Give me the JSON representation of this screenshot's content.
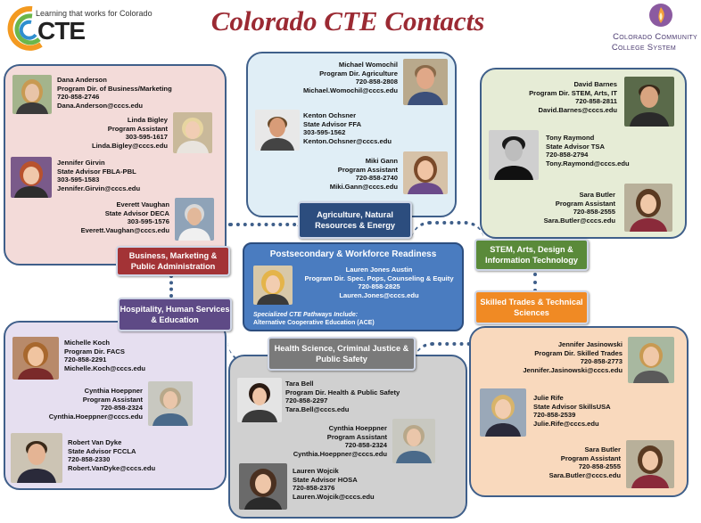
{
  "header": {
    "title": "Colorado CTE Contacts",
    "logo_tagline": "Learning that works for Colorado",
    "logo_text": "CTE",
    "cccs_line1": "Colorado Community",
    "cccs_line2": "College System"
  },
  "colors": {
    "title": "#9b2a33",
    "border": "#3f5f8a",
    "business_panel": "#f3dbd9",
    "agri_panel": "#e0eef6",
    "stem_panel": "#e6ecd6",
    "human_panel": "#e6dff0",
    "health_panel": "#d0d0d0",
    "trades_panel": "#f9d9bd",
    "postsecondary_panel": "#4a7cc0"
  },
  "sections": {
    "business": "Business, Marketing & Public Administration",
    "agriculture": "Agriculture, Natural Resources & Energy",
    "stem": "STEM, Arts, Design & Information Technology",
    "hospitality": "Hospitality, Human Services & Education",
    "health": "Health Science, Criminal Justice & Public Safety",
    "trades": "Skilled Trades & Technical Sciences",
    "postsecondary": "Postsecondary & Workforce Readiness"
  },
  "business": [
    {
      "name": "Dana Anderson",
      "title": "Program Dir. of Business/Marketing",
      "phone": "720-858-2746",
      "email": "Dana.Anderson@cccs.edu"
    },
    {
      "name": "Linda Bigley",
      "title": "Program Assistant",
      "phone": "303-595-1617",
      "email": "Linda.Bigley@cccs.edu"
    },
    {
      "name": "Jennifer Girvin",
      "title": "State Advisor FBLA-PBL",
      "phone": "303-595-1583",
      "email": "Jennifer.Girvin@cccs.edu"
    },
    {
      "name": "Everett Vaughan",
      "title": "State Advisor DECA",
      "phone": "303-595-1576",
      "email": "Everett.Vaughan@cccs.edu"
    }
  ],
  "agriculture": [
    {
      "name": "Michael Womochil",
      "title": "Program Dir.  Agriculture",
      "phone": "720-858-2808",
      "email": "Michael.Womochil@cccs.edu"
    },
    {
      "name": "Kenton Ochsner",
      "title": "State Advisor FFA",
      "phone": "303-595-1562",
      "email": "Kenton.Ochsner@cccs.edu"
    },
    {
      "name": "Miki Gann",
      "title": "Program Assistant",
      "phone": "720-858-2740",
      "email": "Miki.Gann@cccs.edu"
    }
  ],
  "stem": [
    {
      "name": "David Barnes",
      "title": "Program Dir. STEM, Arts, IT",
      "phone": "720-858-2811",
      "email": "David.Barnes@cccs.edu"
    },
    {
      "name": "Tony Raymond",
      "title": "State Advisor TSA",
      "phone": "720-858-2794",
      "email": "Tony.Raymond@cccs.edu"
    },
    {
      "name": "Sara Butler",
      "title": "Program Assistant",
      "phone": "720-858-2555",
      "email": "Sara.Butler@cccs.edu"
    }
  ],
  "postsecondary": {
    "name": "Lauren Jones Austin",
    "title": "Program Dir. Spec. Pops, Counseling & Equity",
    "phone": "720-858-2825",
    "email": "Lauren.Jones@cccs.edu",
    "note_line1": "Specialized CTE Pathways Include:",
    "note_line2": "Alternative Cooperative Education (ACE)"
  },
  "hospitality": [
    {
      "name": "Michelle Koch",
      "title": "Program Dir. FACS",
      "phone": "720-858-2291",
      "email": "Michelle.Koch@cccs.edu"
    },
    {
      "name": "Cynthia Hoeppner",
      "title": "Program Assistant",
      "phone": "720-858-2324",
      "email": "Cynthia.Hoeppner@cccs.edu"
    },
    {
      "name": "Robert Van Dyke",
      "title": "State Advisor FCCLA",
      "phone": "720-858-2330",
      "email": "Robert.VanDyke@cccs.edu"
    }
  ],
  "health": [
    {
      "name": "Tara Bell",
      "title": "Program Dir. Health & Public Safety",
      "phone": "720-858-2297",
      "email": "Tara.Bell@cccs.edu"
    },
    {
      "name": "Cynthia Hoeppner",
      "title": "Program Assistant",
      "phone": "720-858-2324",
      "email": "Cynthia.Hoeppner@cccs.edu"
    },
    {
      "name": "Lauren Wojcik",
      "title": "State Advisor HOSA",
      "phone": "720-858-2376",
      "email": "Lauren.Wojcik@cccs.edu"
    }
  ],
  "trades": [
    {
      "name": "Jennifer Jasinowski",
      "title": "Program Dir.  Skilled Trades",
      "phone": "720-858-2773",
      "email": "Jennifer.Jasinowski@cccs.edu"
    },
    {
      "name": "Julie Rife",
      "title": "State Advisor SkillsUSA",
      "phone": "720-858-2539",
      "email": "Julie.Rife@cccs.edu"
    },
    {
      "name": "Sara Butler",
      "title": "Program Assistant",
      "phone": "720-858-2555",
      "email": "Sara.Butler@cccs.edu"
    }
  ]
}
